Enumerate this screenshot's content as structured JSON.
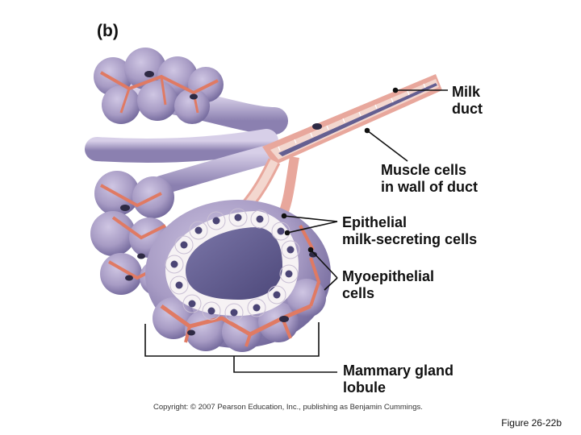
{
  "panel_label": "(b)",
  "labels": {
    "milk_duct": [
      "Milk",
      "duct"
    ],
    "muscle_cells": [
      "Muscle cells",
      "in wall of duct"
    ],
    "epithelial": [
      "Epithelial",
      "milk-secreting cells"
    ],
    "myoepithelial": [
      "Myoepithelial",
      "cells"
    ],
    "mammary": [
      "Mammary gland",
      "lobule"
    ]
  },
  "copyright": "Copyright: © 2007 Pearson Education, Inc., publishing as Benjamin Cummings.",
  "figure_number": "Figure 26-22b",
  "colors": {
    "lobule_fill": "#a79bc4",
    "lobule_dark": "#6f6599",
    "myo_orange": "#e07a63",
    "duct_pink": "#e8a79c",
    "lumen": "#5f5a8c",
    "cell_white": "#f6f2f4"
  }
}
